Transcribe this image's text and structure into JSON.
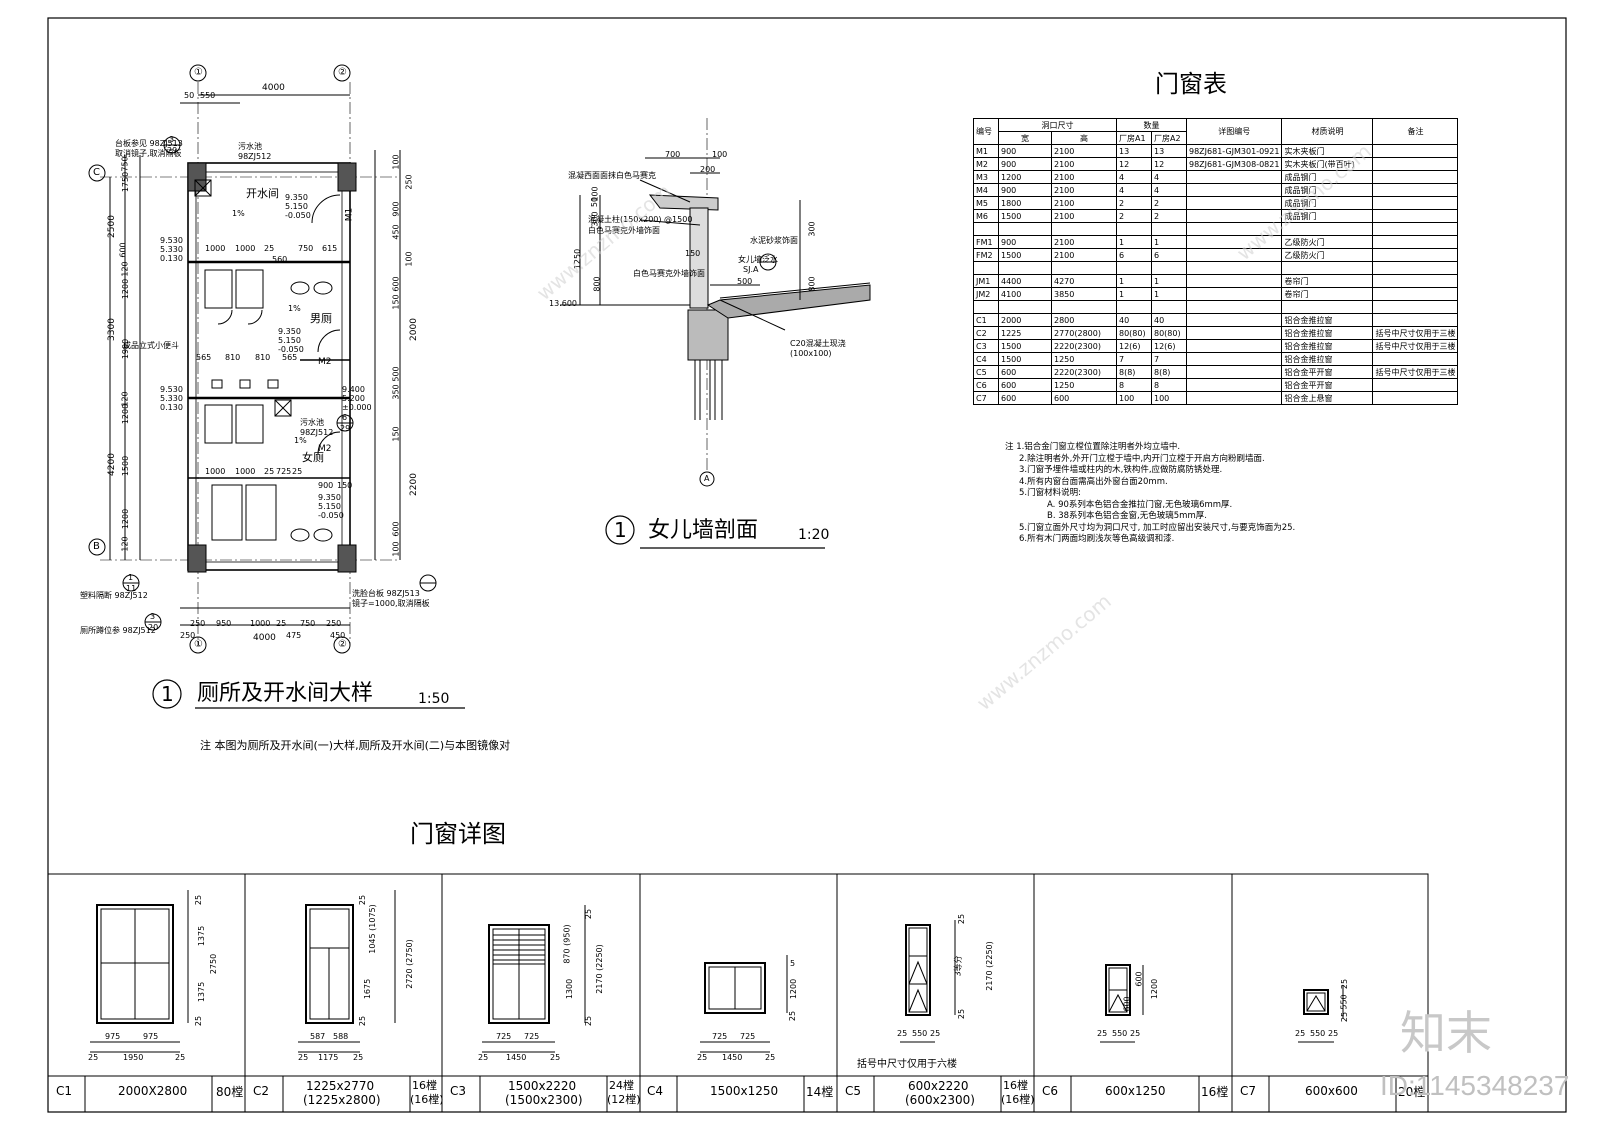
{
  "plan": {
    "grid_top": [
      "①",
      "②"
    ],
    "grid_bottom": [
      "①",
      "②"
    ],
    "grid_left": [
      "C",
      "B"
    ],
    "dim_top": "4000",
    "dim_top_split": [
      "50",
      "550"
    ],
    "dim_bottom": "4000",
    "dim_bottom_row": [
      "250",
      "950",
      "1000",
      "25",
      "750",
      "250"
    ],
    "dim_bottom_row2": [
      "250",
      "475",
      "450"
    ],
    "left_dims": [
      "2500",
      "3300",
      "4200"
    ],
    "left_sub": [
      "1750",
      "600",
      "1200",
      "1900",
      "1200",
      "1500",
      "1200",
      "120",
      "120",
      "120",
      "750"
    ],
    "right_dims": [
      "100",
      "250",
      "900",
      "450",
      "100",
      "600",
      "150",
      "2000",
      "500",
      "350",
      "150",
      "2200",
      "600",
      "100"
    ],
    "rooms": {
      "kaishui": "开水间",
      "nance": "男厕",
      "nvce": "女厕"
    },
    "elev1": [
      "9.350",
      "5.150",
      "-0.050"
    ],
    "elev2": [
      "9.530",
      "5.330",
      "0.130"
    ],
    "elev3": [
      "9.350",
      "5.150",
      "-0.050"
    ],
    "elev4": [
      "9.530",
      "5.330",
      "0.130"
    ],
    "elev5": [
      "9.400",
      "5.200",
      "±0.000"
    ],
    "elev6": [
      "9.350",
      "5.150",
      "-0.050"
    ],
    "door_labels": [
      "M1",
      "M2",
      "M2"
    ],
    "inner_dims1": [
      "1000",
      "1000",
      "25",
      "750",
      "615"
    ],
    "inner_dims2": [
      "560"
    ],
    "inner_dims3": [
      "565",
      "810",
      "810",
      "565"
    ],
    "inner_dims4": [
      "1000",
      "1000",
      "25",
      "725",
      "25",
      "900",
      "150"
    ],
    "slope": "1%",
    "callouts": {
      "c1": "台板参见 98ZJ513",
      "c1b": "取消镜子,取消隔板",
      "c2": "污水池",
      "c2b": "98ZJ512",
      "c3": "成品立式小便斗",
      "c4": "污水池",
      "c4b": "98ZJ512",
      "c5": "塑料隔断 98ZJ512",
      "c6": "厕所蹲位参 98ZJ512",
      "c7": "洗脸台板 98ZJ513",
      "c7b": "镜子=1000,取消隔板"
    },
    "callout_nums": [
      "3",
      "6",
      "1",
      "3"
    ],
    "callout_dens": [
      "29",
      "29",
      "11",
      "20"
    ],
    "title_num": "1",
    "title": "厕所及开水间大样",
    "scale": "1:50",
    "note": "注  本图为厕所及开水间(一)大样,厕所及开水间(二)与本图镜像对"
  },
  "parapet": {
    "dims_top": [
      "700",
      "100"
    ],
    "dim_200": "200",
    "dims_side": [
      "300",
      "50",
      "100"
    ],
    "dim_1250": "1250",
    "dim_800": "800",
    "dim_150": "150",
    "dim_500": "500",
    "right_dims": [
      "300",
      "800"
    ],
    "level": "13.600",
    "labels": {
      "l1": "混凝西面面抹白色马赛克",
      "l2": "混凝土柱(150x200) @1500",
      "l3": "白色马赛克外墙饰面",
      "l4": "白色马赛克外墙饰面",
      "l5": "水泥砂浆饰面",
      "l6": "女儿墙泛水",
      "l6b": "SJ.A",
      "l7": "C20混凝土现浇",
      "l7b": "(100x100)"
    },
    "axis": "A",
    "title_num": "1",
    "title": "女儿墙剖面",
    "scale": "1:20"
  },
  "door_table": {
    "title": "门窗表",
    "headers": {
      "code": "编号",
      "opening": "洞口尺寸",
      "w": "宽",
      "h": "高",
      "qty": "数量",
      "a1": "厂房A1",
      "a2": "厂房A2",
      "detail": "详图编号",
      "material": "材质说明",
      "remark": "备注"
    },
    "rows": [
      {
        "code": "M1",
        "w": "900",
        "h": "2100",
        "a1": "13",
        "a2": "13",
        "detail": "98ZJ681-GJM301-0921",
        "material": "实木夹板门",
        "remark": ""
      },
      {
        "code": "M2",
        "w": "900",
        "h": "2100",
        "a1": "12",
        "a2": "12",
        "detail": "98ZJ681-GJM308-0821",
        "material": "实木夹板门(带百叶)",
        "remark": ""
      },
      {
        "code": "M3",
        "w": "1200",
        "h": "2100",
        "a1": "4",
        "a2": "4",
        "detail": "",
        "material": "成品钢门",
        "remark": ""
      },
      {
        "code": "M4",
        "w": "900",
        "h": "2100",
        "a1": "4",
        "a2": "4",
        "detail": "",
        "material": "成品钢门",
        "remark": ""
      },
      {
        "code": "M5",
        "w": "1800",
        "h": "2100",
        "a1": "2",
        "a2": "2",
        "detail": "",
        "material": "成品钢门",
        "remark": ""
      },
      {
        "code": "M6",
        "w": "1500",
        "h": "2100",
        "a1": "2",
        "a2": "2",
        "detail": "",
        "material": "成品钢门",
        "remark": ""
      },
      {
        "code": "",
        "w": "",
        "h": "",
        "a1": "",
        "a2": "",
        "detail": "",
        "material": "",
        "remark": ""
      },
      {
        "code": "FM1",
        "w": "900",
        "h": "2100",
        "a1": "1",
        "a2": "1",
        "detail": "",
        "material": "乙级防火门",
        "remark": ""
      },
      {
        "code": "FM2",
        "w": "1500",
        "h": "2100",
        "a1": "6",
        "a2": "6",
        "detail": "",
        "material": "乙级防火门",
        "remark": ""
      },
      {
        "code": "",
        "w": "",
        "h": "",
        "a1": "",
        "a2": "",
        "detail": "",
        "material": "",
        "remark": ""
      },
      {
        "code": "JM1",
        "w": "4400",
        "h": "4270",
        "a1": "1",
        "a2": "1",
        "detail": "",
        "material": "卷帘门",
        "remark": ""
      },
      {
        "code": "JM2",
        "w": "4100",
        "h": "3850",
        "a1": "1",
        "a2": "1",
        "detail": "",
        "material": "卷帘门",
        "remark": ""
      },
      {
        "code": "",
        "w": "",
        "h": "",
        "a1": "",
        "a2": "",
        "detail": "",
        "material": "",
        "remark": ""
      },
      {
        "code": "C1",
        "w": "2000",
        "h": "2800",
        "a1": "40",
        "a2": "40",
        "detail": "",
        "material": "铝合金推拉窗",
        "remark": ""
      },
      {
        "code": "C2",
        "w": "1225",
        "h": "2770(2800)",
        "a1": "80(80)",
        "a2": "80(80)",
        "detail": "",
        "material": "铝合金推拉窗",
        "remark": "括号中尺寸仅用于三楼"
      },
      {
        "code": "C3",
        "w": "1500",
        "h": "2220(2300)",
        "a1": "12(6)",
        "a2": "12(6)",
        "detail": "",
        "material": "铝合金推拉窗",
        "remark": "括号中尺寸仅用于三楼"
      },
      {
        "code": "C4",
        "w": "1500",
        "h": "1250",
        "a1": "7",
        "a2": "7",
        "detail": "",
        "material": "铝合金推拉窗",
        "remark": ""
      },
      {
        "code": "C5",
        "w": "600",
        "h": "2220(2300)",
        "a1": "8(8)",
        "a2": "8(8)",
        "detail": "",
        "material": "铝合金平开窗",
        "remark": "括号中尺寸仅用于三楼"
      },
      {
        "code": "C6",
        "w": "600",
        "h": "1250",
        "a1": "8",
        "a2": "8",
        "detail": "",
        "material": "铝合金平开窗",
        "remark": ""
      },
      {
        "code": "C7",
        "w": "600",
        "h": "600",
        "a1": "100",
        "a2": "100",
        "detail": "",
        "material": "铝合金上悬窗",
        "remark": ""
      }
    ],
    "notes": [
      "注  1.铝合金门窗立樘位置除注明者外均立墙中.",
      "2.除注明者外,外开门立樘于墙中,内开门立樘于开启方向粉刷墙面.",
      "3.门窗予埋件墙或柱内的木,铁构件,应做防腐防锈处理.",
      "4.所有内窗台面需高出外窗台面20mm.",
      "5.门窗材料说明:",
      "A. 90系列本色铝合金推拉门窗,无色玻璃6mm厚.",
      "B. 38系列本色铝合金窗,无色玻璃5mm厚.",
      "5.门窗立面外尺寸均为洞口尺寸, 加工时应留出安装尺寸,与要克饰面为25.",
      "6.所有木门两面均刷浅灰等色高级调和漆."
    ]
  },
  "window_detail": {
    "title": "门窗详图",
    "c1": {
      "w": [
        "975",
        "975",
        "25",
        "1950",
        "25"
      ],
      "h": [
        "25",
        "1375",
        "1375",
        "25",
        "2750"
      ]
    },
    "c2": {
      "w": [
        "587",
        "588",
        "25",
        "1175",
        "25"
      ],
      "h": [
        "25",
        "1045 (1075)",
        "1675",
        "2720 (2750)",
        "25"
      ]
    },
    "c3": {
      "w": [
        "725",
        "725",
        "25",
        "1450",
        "25"
      ],
      "h": [
        "25",
        "870 (950)",
        "1300",
        "2170 (2250)",
        "25"
      ]
    },
    "c4": {
      "w": [
        "725",
        "725",
        "25",
        "1450",
        "25"
      ],
      "h": [
        "5",
        "1200",
        "25"
      ]
    },
    "c5": {
      "w": [
        "25",
        "550",
        "25"
      ],
      "h": [
        "25",
        "3等分",
        "2170 (2250)",
        "25"
      ],
      "note": "括号中尺寸仅用于六楼"
    },
    "c6": {
      "w": [
        "25",
        "550",
        "25"
      ],
      "h": [
        "600",
        "600",
        "1200"
      ]
    },
    "c7": {
      "w": [
        "25",
        "550",
        "25"
      ],
      "h": [
        "25",
        "550",
        "25"
      ]
    }
  },
  "strip": [
    {
      "code": "C1",
      "size": "2000X2800",
      "count": "80樘"
    },
    {
      "code": "C2",
      "size": "1225x2770",
      "size2": "(1225x2800)",
      "count": "16樘",
      "count2": "(16樘)"
    },
    {
      "code": "C3",
      "size": "1500x2220",
      "size2": "(1500x2300)",
      "count": "24樘",
      "count2": "(12樘)"
    },
    {
      "code": "C4",
      "size": "1500x1250",
      "count": "14樘"
    },
    {
      "code": "C5",
      "size": "600x2220",
      "size2": "(600x2300)",
      "count": "16樘",
      "count2": "(16樘)"
    },
    {
      "code": "C6",
      "size": "600x1250",
      "count": "16樘"
    },
    {
      "code": "C7",
      "size": "600x600",
      "count": "20樘"
    }
  ],
  "watermark": {
    "logo": "知末",
    "id": "ID:1145348237",
    "site": "www.znzmo.com"
  }
}
